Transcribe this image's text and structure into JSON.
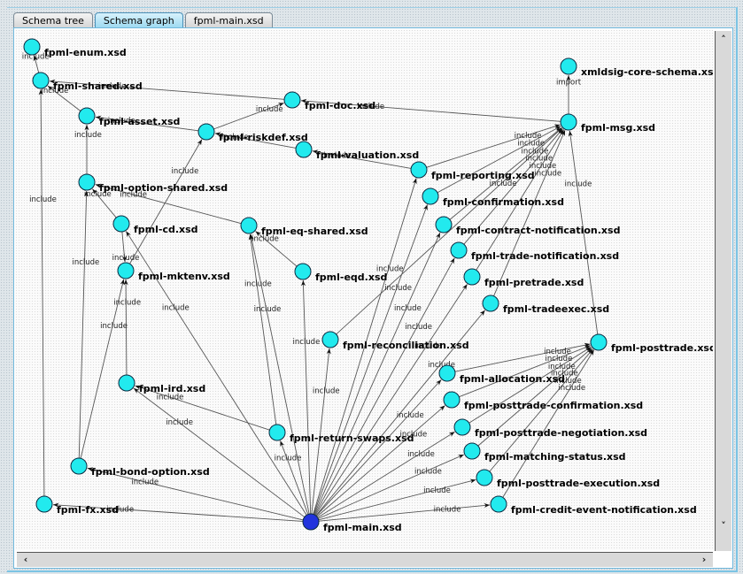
{
  "tabs": [
    {
      "label": "Schema tree",
      "active": false
    },
    {
      "label": "Schema graph",
      "active": true
    },
    {
      "label": "fpml-main.xsd",
      "active": false
    }
  ],
  "colors": {
    "node": "#22eaee",
    "root_node": "#2233dd",
    "edge": "#555555"
  },
  "scrollbar": {
    "up_icon": "˄",
    "down_icon": "˅",
    "left_icon": "‹",
    "right_icon": "›"
  },
  "graph": {
    "root": "fpml-main",
    "nodes": [
      {
        "id": "fpml-enum",
        "label": "fpml-enum.xsd"
      },
      {
        "id": "fpml-shared",
        "label": "fpml-shared.xsd"
      },
      {
        "id": "fpml-asset",
        "label": "fpml-asset.xsd"
      },
      {
        "id": "fpml-option-shared",
        "label": "fpml-option-shared.xsd"
      },
      {
        "id": "fpml-cd",
        "label": "fpml-cd.xsd"
      },
      {
        "id": "fpml-mktenv",
        "label": "fpml-mktenv.xsd"
      },
      {
        "id": "fpml-riskdef",
        "label": "fpml-riskdef.xsd"
      },
      {
        "id": "fpml-doc",
        "label": "fpml-doc.xsd"
      },
      {
        "id": "fpml-valuation",
        "label": "fpml-valuation.xsd"
      },
      {
        "id": "fpml-eq-shared",
        "label": "fpml-eq-shared.xsd"
      },
      {
        "id": "fpml-eqd",
        "label": "fpml-eqd.xsd"
      },
      {
        "id": "xmldsig-core-schema",
        "label": "xmldsig-core-schema.xsd"
      },
      {
        "id": "fpml-msg",
        "label": "fpml-msg.xsd"
      },
      {
        "id": "fpml-reporting",
        "label": "fpml-reporting.xsd"
      },
      {
        "id": "fpml-confirmation",
        "label": "fpml-confirmation.xsd"
      },
      {
        "id": "fpml-contract-notification",
        "label": "fpml-contract-notification.xsd"
      },
      {
        "id": "fpml-trade-notification",
        "label": "fpml-trade-notification.xsd"
      },
      {
        "id": "fpml-pretrade",
        "label": "fpml-pretrade.xsd"
      },
      {
        "id": "fpml-tradeexec",
        "label": "fpml-tradeexec.xsd"
      },
      {
        "id": "fpml-posttrade",
        "label": "fpml-posttrade.xsd"
      },
      {
        "id": "fpml-reconciliation",
        "label": "fpml-reconciliation.xsd"
      },
      {
        "id": "fpml-allocation",
        "label": "fpml-allocation.xsd"
      },
      {
        "id": "fpml-posttrade-confirmation",
        "label": "fpml-posttrade-confirmation.xsd"
      },
      {
        "id": "fpml-posttrade-negotiation",
        "label": "fpml-posttrade-negotiation.xsd"
      },
      {
        "id": "fpml-matching-status",
        "label": "fpml-matching-status.xsd"
      },
      {
        "id": "fpml-posttrade-execution",
        "label": "fpml-posttrade-execution.xsd"
      },
      {
        "id": "fpml-credit-event-notification",
        "label": "fpml-credit-event-notification.xsd"
      },
      {
        "id": "fpml-ird",
        "label": "fpml-ird.xsd"
      },
      {
        "id": "fpml-return-swaps",
        "label": "fpml-return-swaps.xsd"
      },
      {
        "id": "fpml-bond-option",
        "label": "fpml-bond-option.xsd"
      },
      {
        "id": "fpml-fx",
        "label": "fpml-fx.xsd"
      },
      {
        "id": "fpml-main",
        "label": "fpml-main.xsd"
      }
    ],
    "edges": [
      {
        "from": "fpml-shared",
        "to": "fpml-enum",
        "label": "include"
      },
      {
        "from": "fpml-doc",
        "to": "fpml-shared",
        "label": "include"
      },
      {
        "from": "fpml-asset",
        "to": "fpml-shared",
        "label": "include"
      },
      {
        "from": "fpml-fx",
        "to": "fpml-shared",
        "label": "include"
      },
      {
        "from": "fpml-option-shared",
        "to": "fpml-asset",
        "label": "include"
      },
      {
        "from": "fpml-riskdef",
        "to": "fpml-asset",
        "label": "include"
      },
      {
        "from": "fpml-riskdef",
        "to": "fpml-doc",
        "label": "include"
      },
      {
        "from": "fpml-valuation",
        "to": "fpml-riskdef",
        "label": "include"
      },
      {
        "from": "fpml-mktenv",
        "to": "fpml-riskdef",
        "label": "include"
      },
      {
        "from": "fpml-cd",
        "to": "fpml-option-shared",
        "label": "include"
      },
      {
        "from": "fpml-eq-shared",
        "to": "fpml-option-shared",
        "label": "include"
      },
      {
        "from": "fpml-bond-option",
        "to": "fpml-option-shared",
        "label": "include"
      },
      {
        "from": "fpml-ird",
        "to": "fpml-mktenv",
        "label": "include"
      },
      {
        "from": "fpml-bond-option",
        "to": "fpml-mktenv",
        "label": "include"
      },
      {
        "from": "fpml-cd",
        "to": "fpml-mktenv",
        "label": "include"
      },
      {
        "from": "fpml-eqd",
        "to": "fpml-eq-shared",
        "label": "include"
      },
      {
        "from": "fpml-return-swaps",
        "to": "fpml-eq-shared",
        "label": "include"
      },
      {
        "from": "fpml-msg",
        "to": "xmldsig-core-schema",
        "label": "import"
      },
      {
        "from": "fpml-msg",
        "to": "fpml-doc",
        "label": "include"
      },
      {
        "from": "fpml-reporting",
        "to": "fpml-valuation",
        "label": "include"
      },
      {
        "from": "fpml-reporting",
        "to": "fpml-msg",
        "label": "include"
      },
      {
        "from": "fpml-confirmation",
        "to": "fpml-msg",
        "label": "include"
      },
      {
        "from": "fpml-contract-notification",
        "to": "fpml-msg",
        "label": "include"
      },
      {
        "from": "fpml-trade-notification",
        "to": "fpml-msg",
        "label": "include"
      },
      {
        "from": "fpml-pretrade",
        "to": "fpml-msg",
        "label": "include"
      },
      {
        "from": "fpml-tradeexec",
        "to": "fpml-msg",
        "label": "include"
      },
      {
        "from": "fpml-posttrade",
        "to": "fpml-msg",
        "label": "include"
      },
      {
        "from": "fpml-reconciliation",
        "to": "fpml-msg",
        "label": "include"
      },
      {
        "from": "fpml-allocation",
        "to": "fpml-posttrade",
        "label": "include"
      },
      {
        "from": "fpml-posttrade-confirmation",
        "to": "fpml-posttrade",
        "label": "include"
      },
      {
        "from": "fpml-posttrade-negotiation",
        "to": "fpml-posttrade",
        "label": "include"
      },
      {
        "from": "fpml-matching-status",
        "to": "fpml-posttrade",
        "label": "include"
      },
      {
        "from": "fpml-posttrade-execution",
        "to": "fpml-posttrade",
        "label": "include"
      },
      {
        "from": "fpml-credit-event-notification",
        "to": "fpml-posttrade",
        "label": "include"
      },
      {
        "from": "fpml-return-swaps",
        "to": "fpml-ird",
        "label": "include"
      },
      {
        "from": "fpml-main",
        "to": "fpml-fx",
        "label": "include"
      },
      {
        "from": "fpml-main",
        "to": "fpml-bond-option",
        "label": "include"
      },
      {
        "from": "fpml-main",
        "to": "fpml-ird",
        "label": "include"
      },
      {
        "from": "fpml-main",
        "to": "fpml-cd",
        "label": "include"
      },
      {
        "from": "fpml-main",
        "to": "fpml-eq-shared",
        "label": "include"
      },
      {
        "from": "fpml-main",
        "to": "fpml-eqd",
        "label": "include"
      },
      {
        "from": "fpml-main",
        "to": "fpml-return-swaps",
        "label": "include"
      },
      {
        "from": "fpml-main",
        "to": "fpml-reconciliation",
        "label": "include"
      },
      {
        "from": "fpml-main",
        "to": "fpml-reporting",
        "label": "include"
      },
      {
        "from": "fpml-main",
        "to": "fpml-confirmation",
        "label": "include"
      },
      {
        "from": "fpml-main",
        "to": "fpml-contract-notification",
        "label": "include"
      },
      {
        "from": "fpml-main",
        "to": "fpml-trade-notification",
        "label": "include"
      },
      {
        "from": "fpml-main",
        "to": "fpml-pretrade",
        "label": "include"
      },
      {
        "from": "fpml-main",
        "to": "fpml-tradeexec",
        "label": "include"
      },
      {
        "from": "fpml-main",
        "to": "fpml-allocation",
        "label": "include"
      },
      {
        "from": "fpml-main",
        "to": "fpml-posttrade-confirmation",
        "label": "include"
      },
      {
        "from": "fpml-main",
        "to": "fpml-posttrade-negotiation",
        "label": "include"
      },
      {
        "from": "fpml-main",
        "to": "fpml-matching-status",
        "label": "include"
      },
      {
        "from": "fpml-main",
        "to": "fpml-posttrade-execution",
        "label": "include"
      },
      {
        "from": "fpml-main",
        "to": "fpml-credit-event-notification",
        "label": "include"
      }
    ]
  }
}
